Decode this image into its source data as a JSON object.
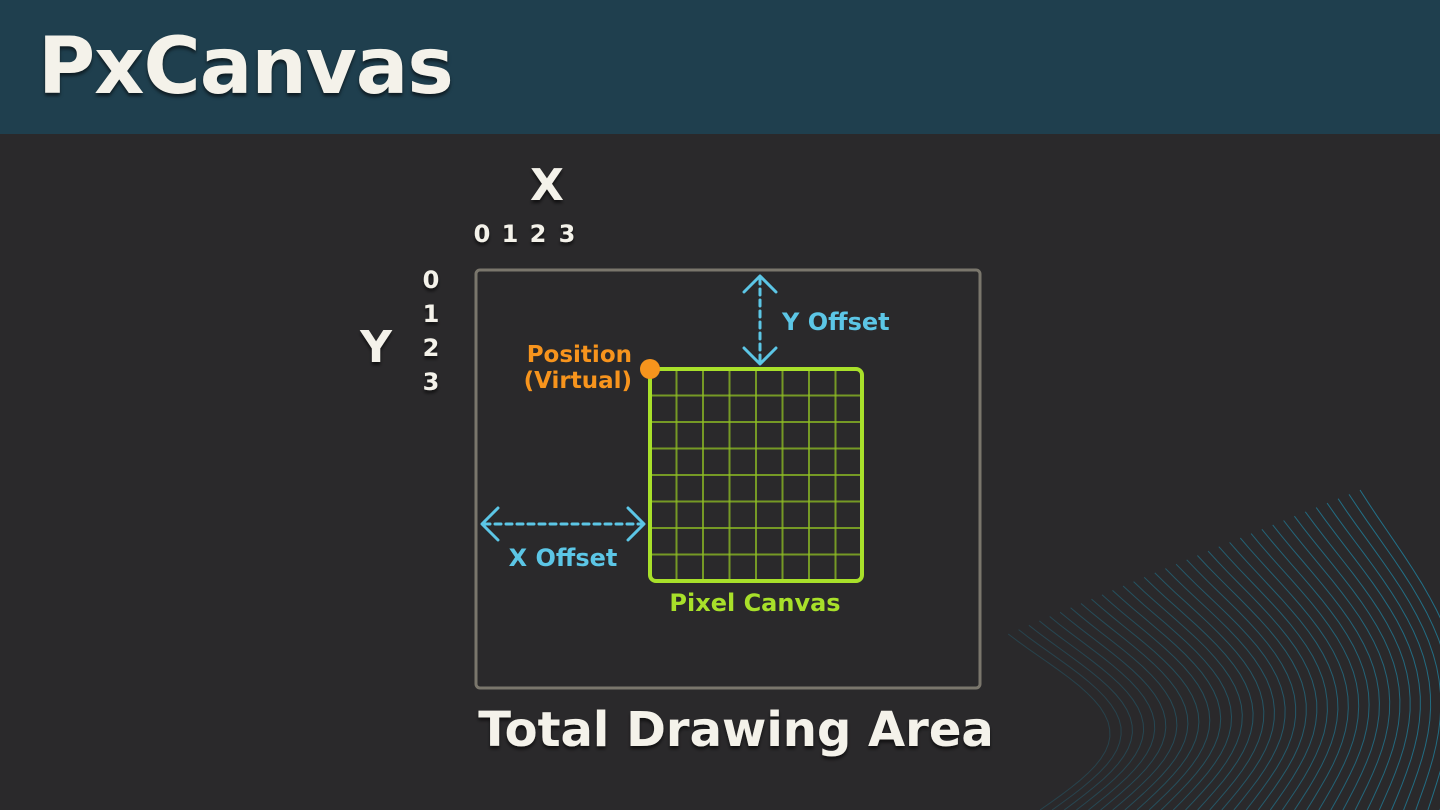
{
  "header": {
    "title": "PxCanvas"
  },
  "diagram": {
    "x_axis_label": "X",
    "y_axis_label": "Y",
    "x_ticks": [
      "0",
      "1",
      "2",
      "3"
    ],
    "y_ticks": [
      "0",
      "1",
      "2",
      "3"
    ],
    "position_label_line1": "Position",
    "position_label_line2": "(Virtual)",
    "y_offset_label": "Y Offset",
    "x_offset_label": "X Offset",
    "pixel_canvas_label": "Pixel Canvas",
    "total_area_label": "Total Drawing Area",
    "pixel_grid_cells": 8
  },
  "colors": {
    "header_bg": "#1f3f4e",
    "page_bg": "#2a292b",
    "text_light": "#f4f2ea",
    "offset_blue": "#5cc6e6",
    "canvas_green": "#a8e02a",
    "position_orange": "#f7941d",
    "area_border": "#7a766c"
  },
  "decoration": {
    "name": "wave-mesh-decoration"
  }
}
